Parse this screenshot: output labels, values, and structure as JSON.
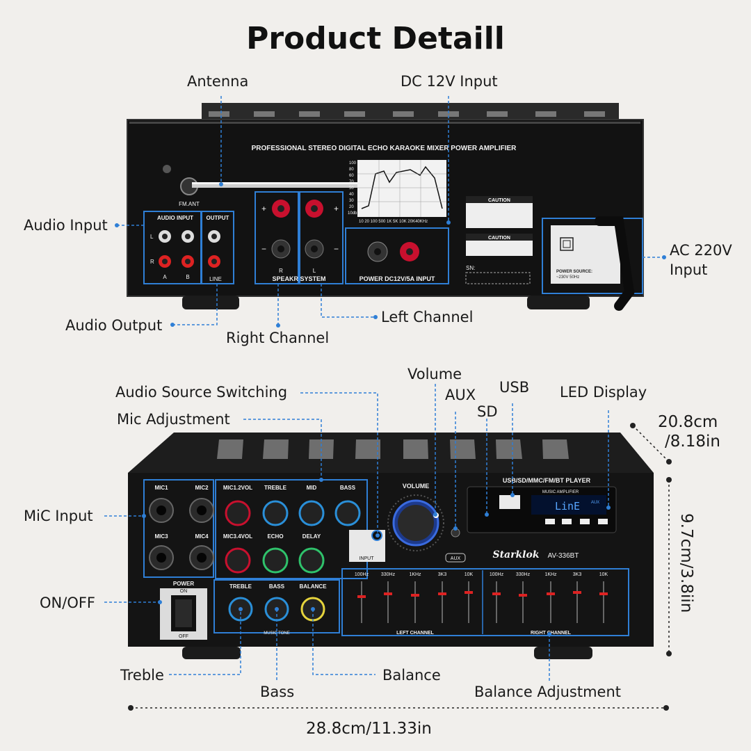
{
  "title": "Product Detaill",
  "rear_labels": {
    "antenna": "Antenna",
    "dc_input": "DC 12V Input",
    "audio_input": "Audio Input",
    "ac_input_line1": "AC 220V",
    "ac_input_line2": "Input",
    "audio_output": "Audio Output",
    "left_channel": "Left Channel",
    "right_channel": "Right Channel"
  },
  "front_labels": {
    "volume": "Volume",
    "aux": "AUX",
    "usb": "USB",
    "sd": "SD",
    "led_display": "LED Display",
    "audio_source": "Audio Source Switching",
    "mic_adjust": "Mic Adjustment",
    "mic_input": "MiC Input",
    "on_off": "ON/OFF",
    "treble": "Treble",
    "bass": "Bass",
    "balance": "Balance",
    "balance_adjust": "Balance Adjustment"
  },
  "dimensions": {
    "depth": "20.8cm\n/8.18in",
    "depth_line1": "20.8cm",
    "depth_line2": "/8.18in",
    "height": "9.7cm/3.8iin",
    "width": "28.8cm/11.33in"
  },
  "rear_panel": {
    "header": "PROFESSIONAL STEREO DIGITAL ECHO KARAOKE MIXER POWER AMPLIFIER",
    "fm_ant": "FM.ANT",
    "audio_input": "AUDIO INPUT",
    "output": "OUTPUT",
    "line": "LINE",
    "a": "A",
    "b": "B",
    "speaker_system": "SPEAKR SYSTEM",
    "r": "R",
    "l": "L",
    "power_dc": "POWER DC12V/5A INPUT",
    "caution": "CAUTION",
    "sn": "SN:",
    "power_source": "POWER SOURCE:\n~230V 50Hz",
    "power_source_line1": "POWER SOURCE:",
    "power_source_line2": "~230V 50Hz",
    "graph_y": [
      "100",
      "80",
      "60",
      "70",
      "50",
      "40",
      "30",
      "20",
      "10db"
    ],
    "graph_x": "10 20 100 500 1K 5K 10K 20K40KHz"
  },
  "front_panel": {
    "mic1": "MIC1",
    "mic2": "MIC2",
    "mic3": "MIC3",
    "mic4": "MIC4",
    "mic12vol": "MIC1.2VOL",
    "treble": "TREBLE",
    "mid": "MID",
    "bass": "BASS",
    "mic34vol": "MIC3.4VOL",
    "echo": "ECHO",
    "delay": "DELAY",
    "volume": "VOLUME",
    "player": "USB/SD/MMC/FM/BT PLAYER",
    "music_amp": "MUSIC AMPLIFIER",
    "lcd": "LinE",
    "aux_tag": "AUX",
    "brand": "Starklok",
    "model": "AV-336BT",
    "power": "POWER",
    "on": "ON",
    "off": "OFF",
    "music_tone": "MUSIC TONE",
    "balance": "BALANCE",
    "left_channel": "LEFT CHANNEL",
    "right_channel": "RIGHT CHANNEL",
    "input": "INPUT",
    "aux_btn": "AUX",
    "eq_bands": [
      "100Hz",
      "330Hz",
      "1KHz",
      "3K3",
      "10K",
      "100Hz",
      "330Hz",
      "1KHz",
      "3K3",
      "10K"
    ]
  },
  "colors": {
    "accent": "#2f7fd6",
    "background": "#f1efec",
    "device": "#141414"
  }
}
